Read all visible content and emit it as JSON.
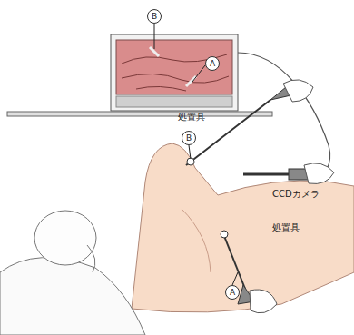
{
  "diagram": {
    "nodes": [
      {
        "text": [
          "B"
        ]
      },
      {
        "text": [
          "A"
        ]
      },
      {
        "text": [
          "B"
        ]
      },
      {
        "text": [
          "A"
        ]
      }
    ],
    "labels": [
      "処置具",
      "CCDカメラ",
      "処置具"
    ]
  }
}
